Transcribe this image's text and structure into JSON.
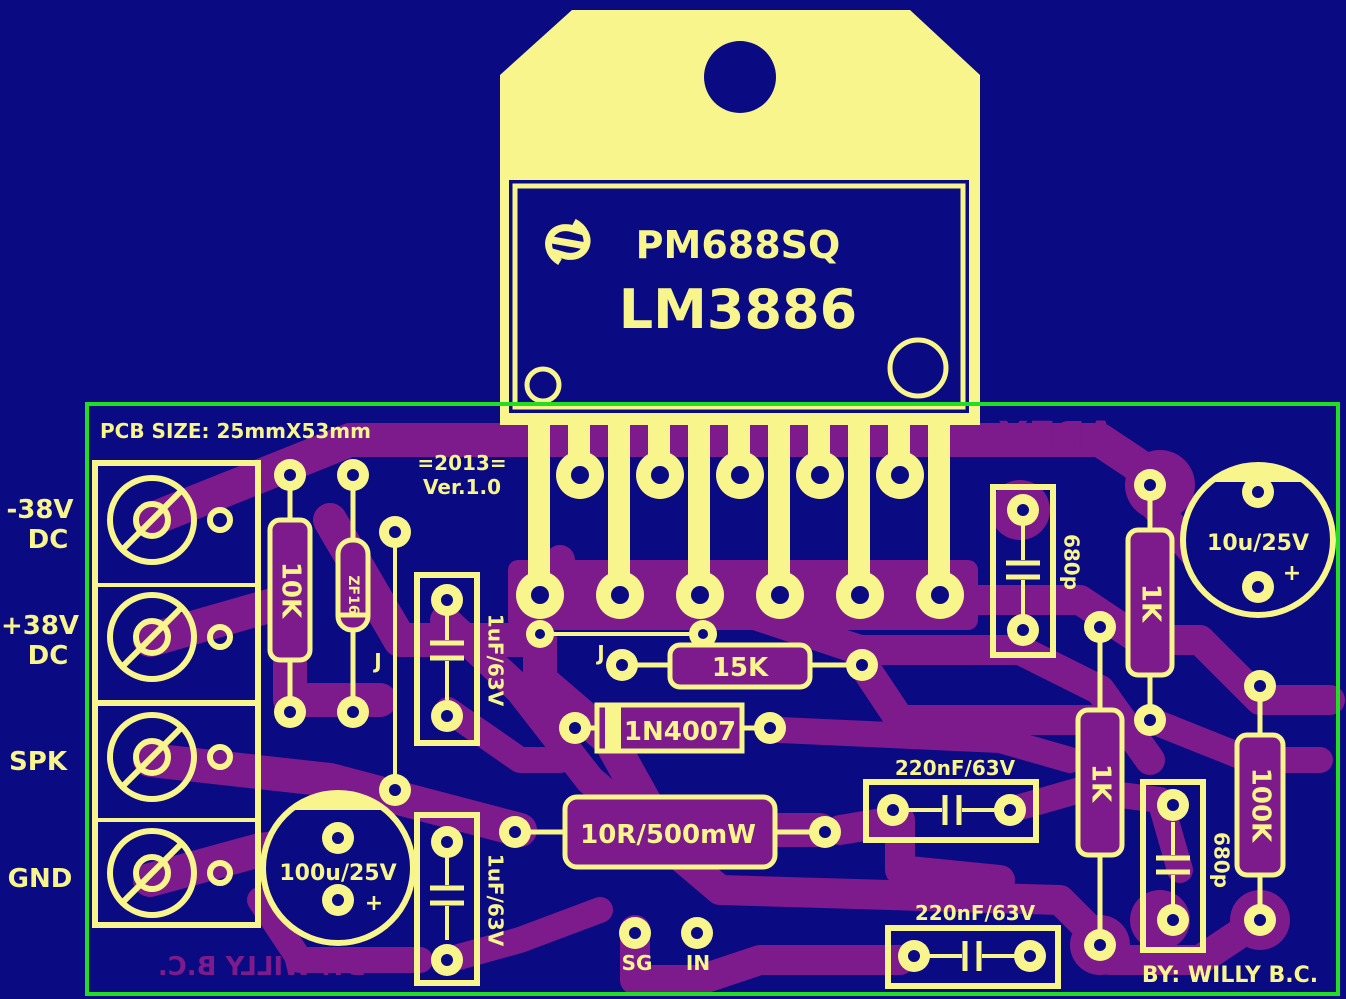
{
  "colors": {
    "board": "#0a0a82",
    "silkscreen": "#f8f58c",
    "copper": "#7d1a8c",
    "outline": "#22dd22"
  },
  "chip": {
    "line1": "PM688SQ",
    "line2": "LM3886",
    "logo": "national-semiconductor-logo"
  },
  "board": {
    "size_note": "PCB SIZE: 25mmX53mm",
    "year": "=2013=",
    "version": "Ver.1.0",
    "brand_mirrored": "APEX",
    "author_mirrored": "BY: WILLY B.C.",
    "author": "BY: WILLY B.C."
  },
  "terminals": {
    "neg_supply_1": "-38V",
    "neg_supply_2": "DC",
    "pos_supply_1": "+38V",
    "pos_supply_2": "DC",
    "speaker": "SPK",
    "ground": "GND"
  },
  "components": {
    "r10k": "10K",
    "zener": "ZF16",
    "jumper1": "J",
    "jumper2": "J",
    "cap_1uf_top": "1uF/63V",
    "cap_1uf_bottom": "1uF/63V",
    "r15k": "15K",
    "diode": "1N4007",
    "r10r": "10R/500mW",
    "cap_220nf_1": "220nF/63V",
    "cap_220nf_2": "220nF/63V",
    "cap_680p_1": "680p",
    "cap_680p_2": "680p",
    "r1k_1": "1K",
    "r1k_2": "1K",
    "r100k": "100K",
    "elec_10u": "10u/25V",
    "elec_10u_plus": "+",
    "elec_100u": "100u/25V",
    "elec_100u_plus": "+",
    "pad_sg": "SG",
    "pad_in": "IN"
  }
}
